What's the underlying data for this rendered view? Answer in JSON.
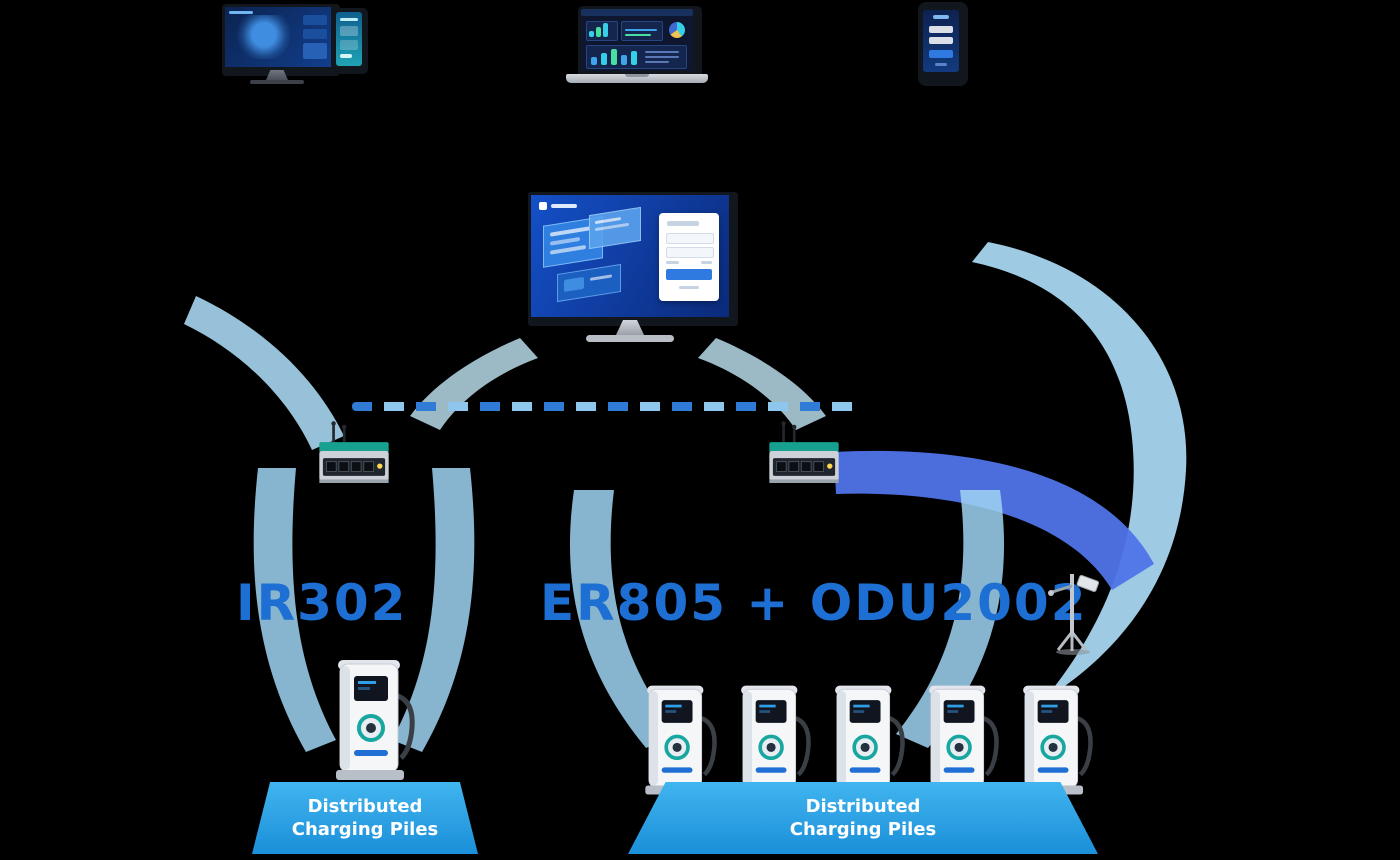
{
  "colors": {
    "accent_blue": "#1d6fd4",
    "platform_blue": "#22a0e6",
    "light_band": "#abdcf6",
    "royal_ribbon": "#4f74e8",
    "gateway_teal": "#17a08f",
    "background": "#000000"
  },
  "connection": {
    "left_product": "IR302",
    "right_product": "ER805 + ODU2002"
  },
  "platforms": {
    "left": {
      "label_line1": "Distributed",
      "label_line2": "Charging Piles",
      "pile_count": 1
    },
    "right": {
      "label_line1": "Distributed",
      "label_line2": "Charging Piles",
      "pile_count": 5
    }
  },
  "icons": {
    "desktop": "monitoring-dashboard-monitor",
    "laptop": "analytics-laptop",
    "phone": "mobile-app-smartphone",
    "cloud": "cloud-platform-login-monitor",
    "gateway": "industrial-cellular-gateway",
    "antenna": "outdoor-antenna-unit",
    "pile": "ev-charging-pile"
  }
}
